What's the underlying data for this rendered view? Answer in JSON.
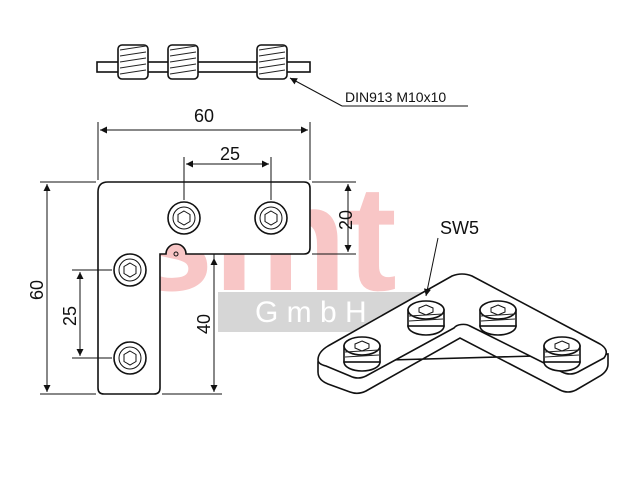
{
  "watermark": {
    "logo_text": "smt",
    "sub_text": "G m b H",
    "logo_color": "#f8c6c6",
    "band_color": "#d6d6d6"
  },
  "callout": {
    "screw_label": "DIN913 M10x10",
    "wrench_label": "SW5"
  },
  "dimensions": {
    "overall_width": "60",
    "hole_spacing_horizontal": "25",
    "arm_width_horizontal": "20",
    "overall_height": "60",
    "hole_spacing_vertical": "25",
    "vertical_arm_length": "40"
  },
  "colors": {
    "line": "#111111",
    "background": "#ffffff"
  }
}
